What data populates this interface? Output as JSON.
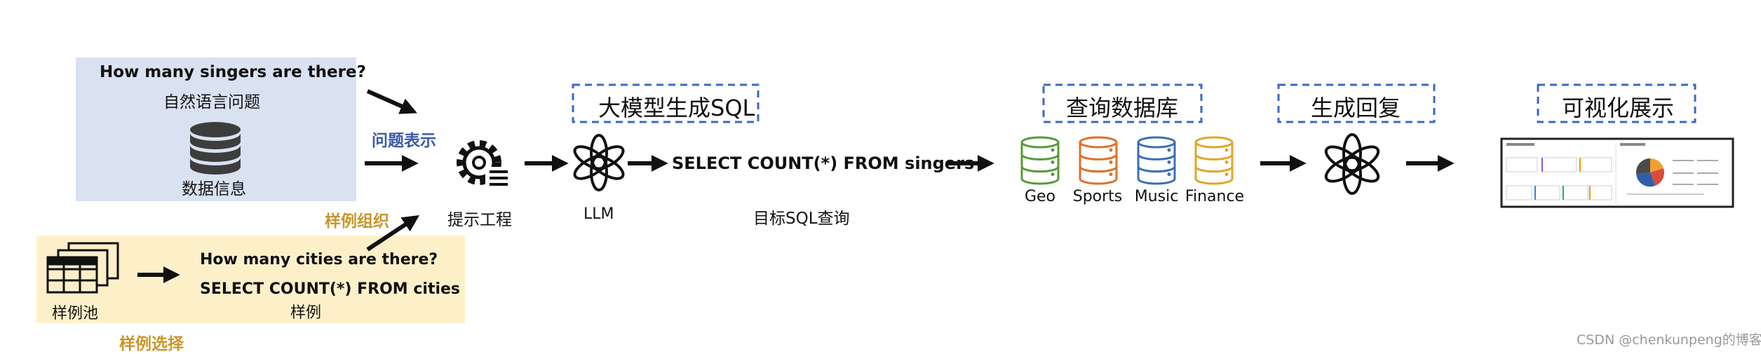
{
  "input_panel": {
    "question": "How many singers are there?",
    "question_label": "自然语言问题",
    "db_label": "数据信息"
  },
  "example_panel": {
    "pool_label": "样例池",
    "example_question": "How many cities are there?",
    "example_sql": "SELECT COUNT(*) FROM cities",
    "example_label": "样例"
  },
  "steps": {
    "question_repr": "问题表示",
    "example_org": "样例组织",
    "example_select": "样例选择",
    "prompt_eng": "提示工程",
    "llm": "LLM",
    "llm_sql_title": "大模型生成SQL",
    "generated_sql": "SELECT COUNT(*) FROM singers",
    "target_sql": "目标SQL查询",
    "query_db_title": "查询数据库",
    "gen_reply_title": "生成回复",
    "visual_title": "可视化展示"
  },
  "databases": [
    {
      "name": "Geo",
      "color": "#5a9a3a"
    },
    {
      "name": "Sports",
      "color": "#e0702a"
    },
    {
      "name": "Music",
      "color": "#3a6fb8"
    },
    {
      "name": "Finance",
      "color": "#e0a62a"
    }
  ],
  "colors": {
    "input_bg": "#d9e2f1",
    "example_bg": "#fdf0c9",
    "dashed_border": "#3b68c4",
    "accent_blue": "#3b5aa8",
    "accent_gold": "#c8962c"
  },
  "watermark": "CSDN @chenkunpeng的博客"
}
